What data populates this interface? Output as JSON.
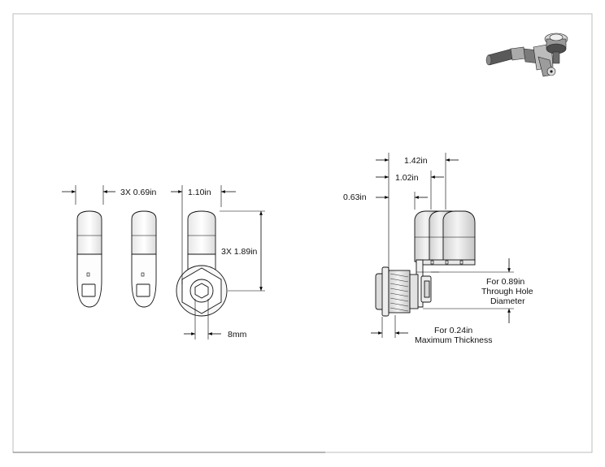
{
  "drawing": {
    "front_view": {
      "cam_spacing": "3X 0.69in",
      "cam_width": "1.10in",
      "cam_length": "3X 1.89in",
      "hex_size": "8mm"
    },
    "side_view": {
      "offset_max": "1.42in",
      "offset_mid": "1.02in",
      "offset_min": "0.63in",
      "hole_note": [
        "For 0.89in",
        "Through Hole",
        "Diameter"
      ],
      "thickness_note": [
        "For 0.24in",
        "Maximum Thickness"
      ]
    }
  }
}
